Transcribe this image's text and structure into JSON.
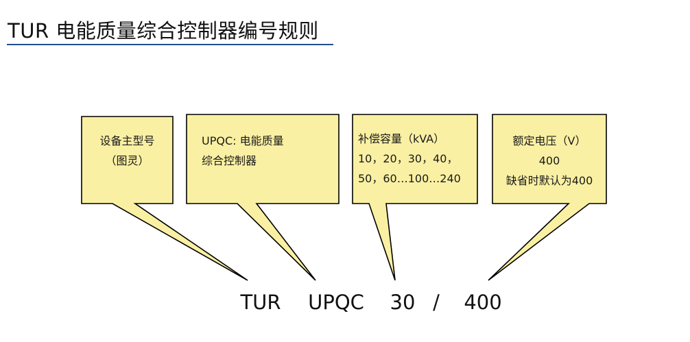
{
  "title": "TUR 电能质量综合控制器编号规则",
  "colors": {
    "box_fill": "#faf0a3",
    "box_stroke": "#000000",
    "title_rule": "#1f4e8c"
  },
  "boxes": [
    {
      "lines": [
        "设备主型号",
        "（图灵）"
      ]
    },
    {
      "lines": [
        "UPQC: 电能质量",
        "综合控制器"
      ]
    },
    {
      "lines": [
        "补偿容量（kVA）",
        "10，20，30，40，",
        "50，60…100…240"
      ]
    },
    {
      "lines": [
        "额定电压（V）",
        "400",
        "缺省时默认为400"
      ]
    }
  ],
  "model": {
    "parts": [
      "TUR",
      "UPQC",
      "30",
      "/",
      "400"
    ]
  }
}
